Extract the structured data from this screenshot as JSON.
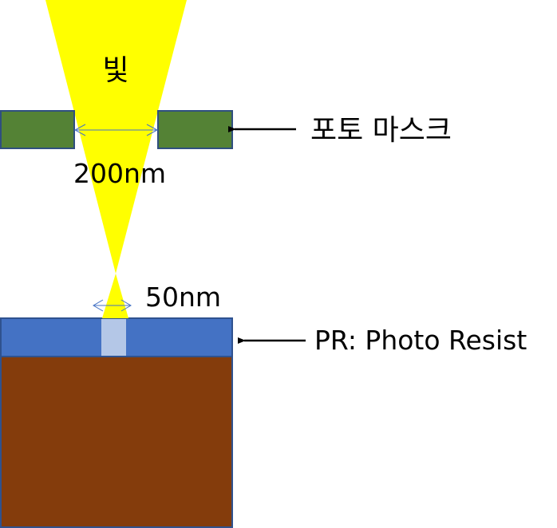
{
  "labels": {
    "light": "빛",
    "photo_mask": "포토 마스크",
    "mask_gap": "200nm",
    "focus_width": "50nm",
    "photoresist": "PR: Photo Resist"
  },
  "colors": {
    "light": "#FFFF00",
    "mask_fill": "#548235",
    "mask_border": "#2F4F7F",
    "pr_fill": "#4472C4",
    "pr_exposed": "#B4C7E7",
    "substrate_fill": "#843C0C",
    "substrate_border": "#2F528F",
    "dimension_line": "#4472C4",
    "arrow": "#000000"
  }
}
